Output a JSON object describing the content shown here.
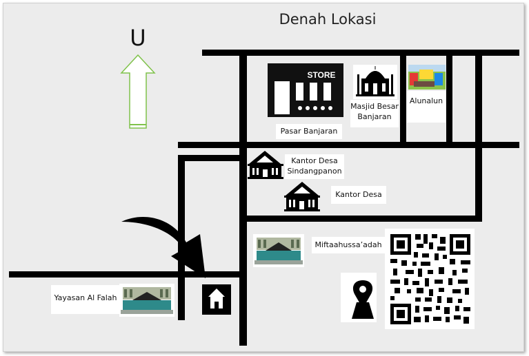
{
  "title": "Denah Lokasi",
  "north_label": "U",
  "colors": {
    "background": "#ececec",
    "road": "#000000",
    "north_arrow_stroke": "#7fc24a",
    "building_wall": "#2e8a8a"
  },
  "places": {
    "store_sign": "STORE",
    "pasar": "Pasar Banjaran",
    "masjid": "Masjid Besar\nBanjaran",
    "alunalun": "Alunalun",
    "kantor_desa_sindangpanon": "Kantor Desa\nSindangpanon",
    "kantor_desa": "Kantor Desa",
    "miftaahussaadah": "Miftaahussa’adah",
    "yayasan": "Yayasan Al Falah"
  },
  "icons": {
    "north_arrow": "north-arrow-icon",
    "destination_arrow": "curved-arrow-icon",
    "home": "home-icon",
    "location_pin": "location-pin-icon",
    "qr_code": "qr-code-icon",
    "store": "store-icon",
    "mosque": "mosque-icon",
    "government_building": "government-building-icon"
  }
}
